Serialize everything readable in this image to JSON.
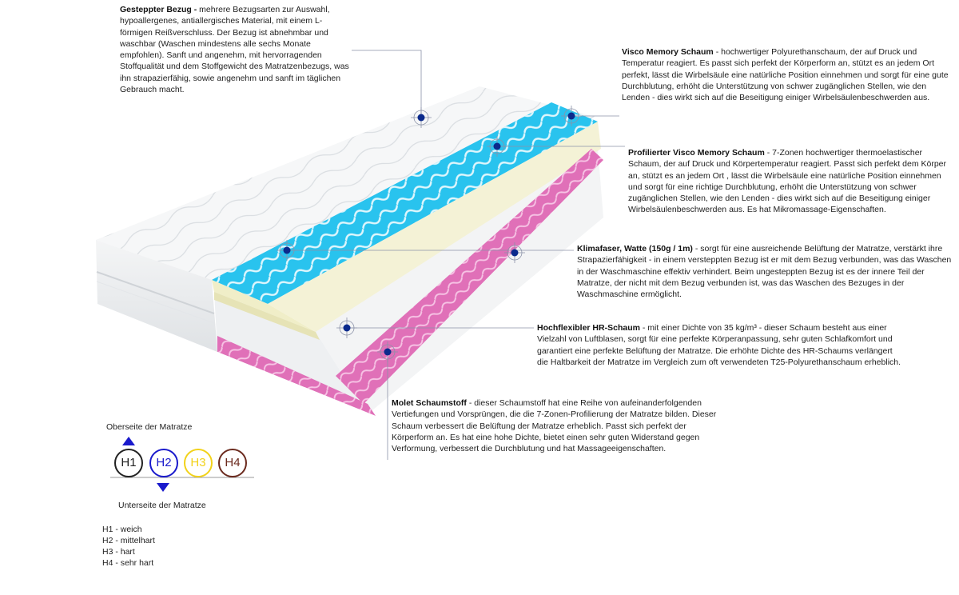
{
  "notes": [
    {
      "id": "bezug",
      "title": "Gesteppter Bezug -",
      "text": " mehrere Bezugsarten zur Auswahl, hypoallergenes, antiallergisches Material, mit einem L-förmigen Reißverschluss. Der Bezug ist abnehmbar  und waschbar (Waschen mindestens alle sechs Monate empfohlen). Sanft und angenehm, mit hervorragenden Stoffqualität und dem Stoffgewicht des Matratzenbezugs, was ihn strapazierfähig, sowie angenehm und sanft im täglichen Gebrauch macht."
    },
    {
      "id": "visco",
      "title": "Visco Memory Schaum",
      "text": " - hochwertiger Polyurethanschaum, der auf Druck und Temperatur reagiert. Es passt sich perfekt der Körperform an, stützt es an jedem Ort perfekt, lässt die Wirbelsäule eine natürliche Position einnehmen und sorgt für eine gute Durchblutung, erhöht die Unterstützung von schwer zugänglichen Stellen, wie den Lenden - dies wirkt sich auf die Beseitigung einiger Wirbelsäulenbeschwerden aus."
    },
    {
      "id": "profil",
      "title": "Profilierter Visco Memory Schaum",
      "text": " - 7-Zonen hochwertiger thermoelastischer Schaum, der auf Druck und Körpertemperatur reagiert. Passt sich perfekt dem Körper an, stützt es an jedem Ort , lässt die Wirbelsäule eine natürliche Position einnehmen und sorgt für eine richtige Durchblutung, erhöht die Unterstützung von schwer zugänglichen Stellen, wie den Lenden - dies wirkt sich auf die Beseitigung einiger Wirbelsäulenbeschwerden aus. Es hat Mikromassage-Eigenschaften."
    },
    {
      "id": "klima",
      "title": "Klimafaser, Watte (150g / 1m)",
      "text": " - sorgt für eine ausreichende Belüftung der Matratze, verstärkt ihre Strapazierfähigkeit - in einem versteppten Bezug ist er mit dem Bezug verbunden, was das Waschen in der Waschmaschine effektiv verhindert. Beim ungesteppten Bezug ist es der innere Teil der Matratze, der nicht mit dem Bezug verbunden ist, was das Waschen des Bezuges in der Waschmaschine ermöglicht."
    },
    {
      "id": "hr",
      "title": "Hochflexibler HR-Schaum",
      "text": " - mit einer Dichte von 35 kg/m³ - dieser Schaum besteht aus einer Vielzahl von Luftblasen, sorgt für eine perfekte Körperanpassung, sehr guten Schlafkomfort und garantiert eine perfekte Belüftung der Matratze. Die erhöhte Dichte des HR-Schaums verlängert die Haltbarkeit der Matratze im Vergleich zum oft verwendeten T25-Polyurethanschaum erheblich."
    },
    {
      "id": "molet",
      "title": "Molet Schaumstoff",
      "text": " - dieser Schaumstoff hat eine Reihe von aufeinanderfolgenden Vertiefungen und Vorsprüngen, die die 7-Zonen-Profilierung der Matratze bilden. Dieser Schaum verbessert die Belüftung der Matratze erheblich. Passt sich perfekt der Körperform an. Es hat eine hohe Dichte, bietet einen sehr guten Widerstand gegen Verformung, verbessert die Durchblutung und hat Massageeigenschaften."
    }
  ],
  "hardness": {
    "top_label": "Oberseite der Matratze",
    "bottom_label": "Unterseite der Matratze",
    "circles": [
      {
        "label": "H1",
        "color": "#222222"
      },
      {
        "label": "H2",
        "color": "#1a1acc"
      },
      {
        "label": "H3",
        "color": "#f2d21a"
      },
      {
        "label": "H4",
        "color": "#6b2a1e"
      }
    ],
    "legend": [
      "H1 - weich",
      "H2 - mittelhart",
      "H3 - hart",
      "H4 - sehr hart"
    ]
  },
  "colors": {
    "marker": "#0b2a8c",
    "visco": "#29c3ee",
    "pink": "#e070b8",
    "accent": "#1a1acc"
  }
}
